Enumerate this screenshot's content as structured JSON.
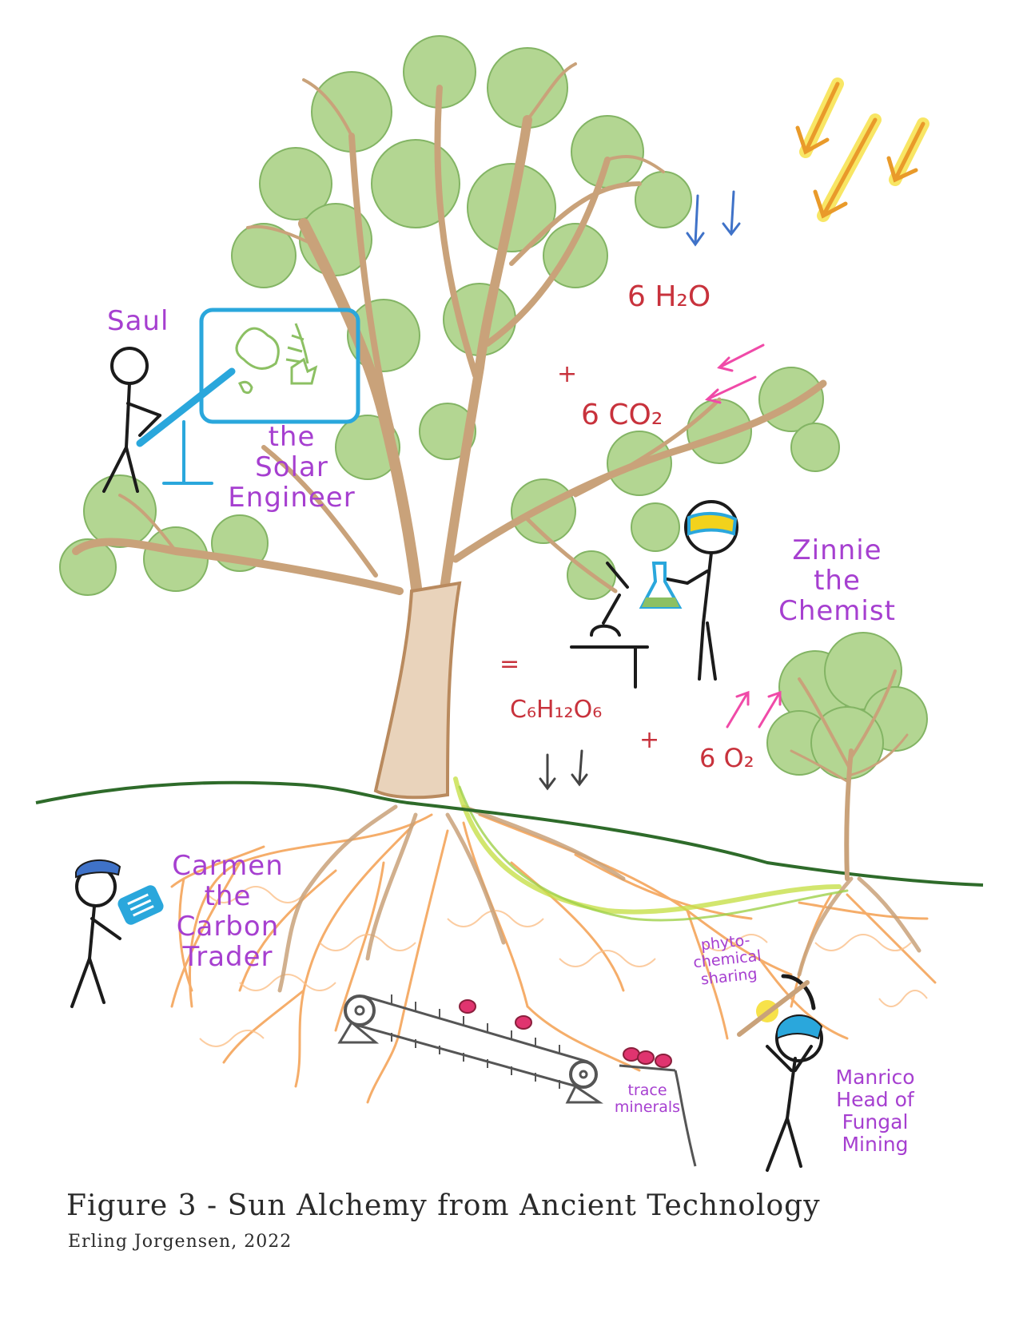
{
  "characters": {
    "saul": {
      "name": "Saul",
      "role": "the\nSolar\nEngineer"
    },
    "zinnie": {
      "label": "Zinnie\nthe\nChemist"
    },
    "carmen": {
      "label": "Carmen\nthe\nCarbon\nTrader"
    },
    "manrico": {
      "label": "Manrico\nHead of\nFungal\nMining"
    }
  },
  "equation": {
    "water": "6 H₂O",
    "plus1": "+",
    "co2": "6 CO₂",
    "equals": "=",
    "glucose": "C₆H₁₂O₆",
    "plus2": "+",
    "oxygen": "6 O₂"
  },
  "annotations": {
    "phyto": "phyto-\nchemical\nsharing",
    "trace": "trace\nminerals"
  },
  "caption": {
    "title": "Figure 3 - Sun Alchemy from Ancient Technology",
    "credit": "Erling Jorgensen, 2022"
  },
  "colors": {
    "label_purple": "#a63fd0",
    "formula_red": "#c8323c",
    "foliage_green": "#8cc063",
    "trunk_brown": "#c9a27a",
    "root_orange": "#f4a55a",
    "board_blue": "#2aa7dc",
    "sun_yellow": "#f2d21c",
    "arrow_pink": "#f04aa8",
    "arrow_blue": "#3f72c8"
  }
}
